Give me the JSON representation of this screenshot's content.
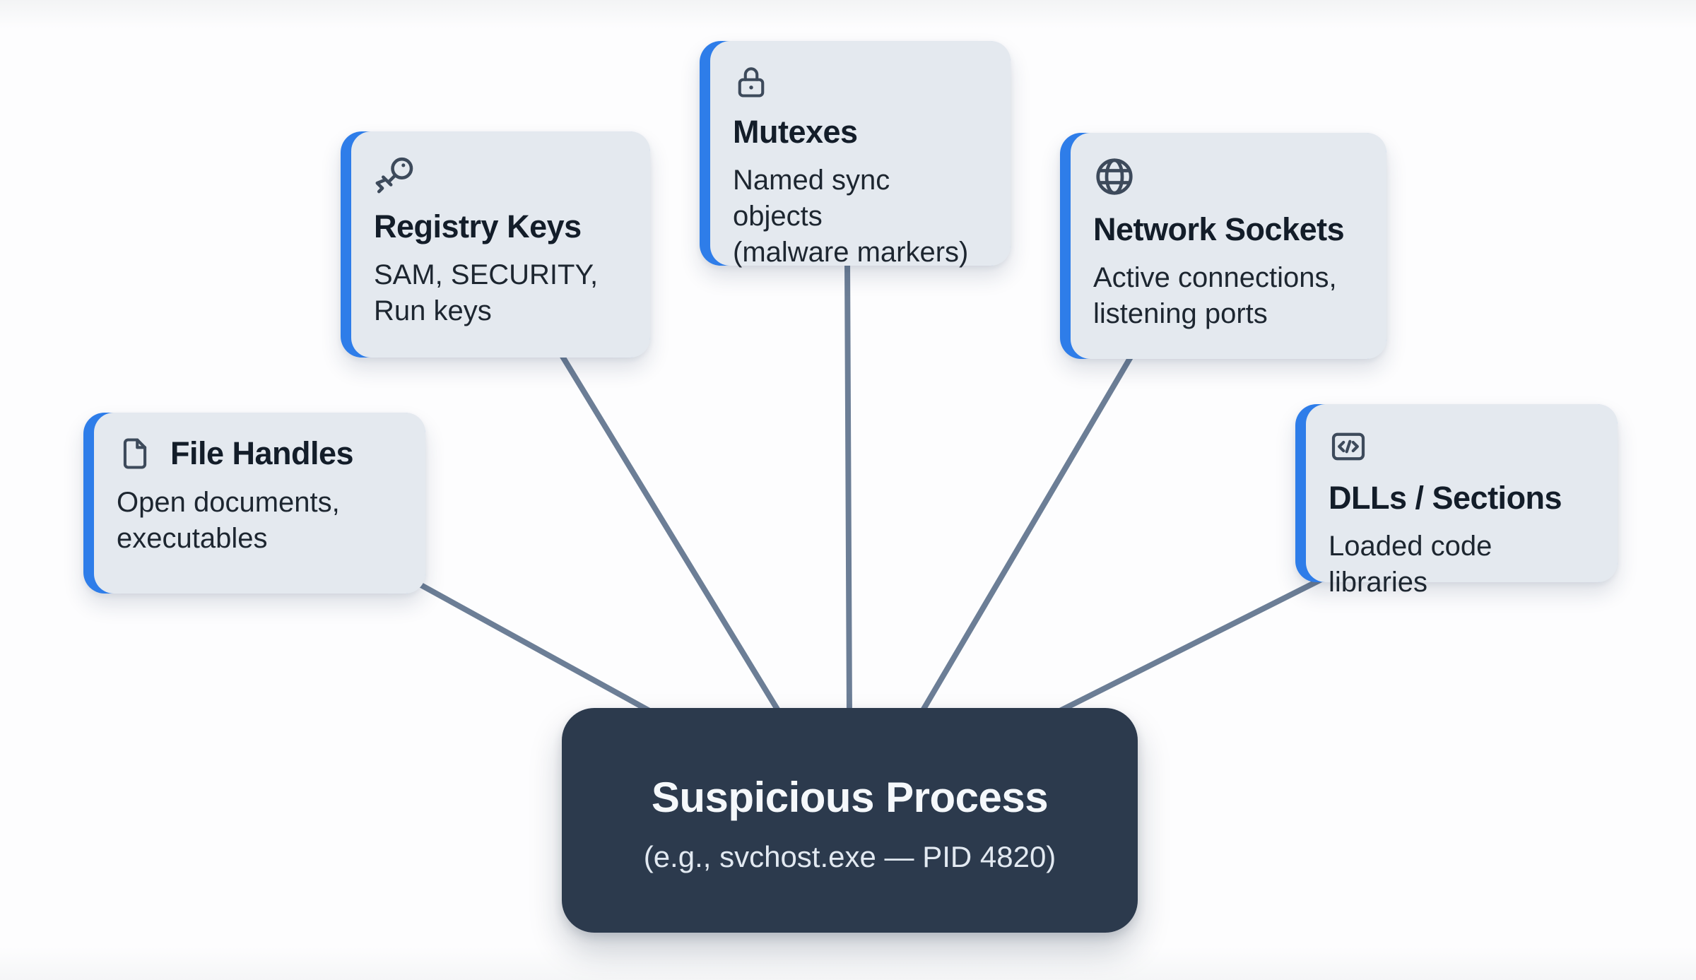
{
  "diagram": {
    "title_context": "Suspicious process artifact diagram",
    "center_node": {
      "title": "Suspicious Process",
      "subtitle": "(e.g., svchost.exe — PID 4820)"
    },
    "cards": [
      {
        "id": "file-handles",
        "icon": "file-icon",
        "title": "File Handles",
        "body": "Open documents,\nexecutables"
      },
      {
        "id": "registry-keys",
        "icon": "key-icon",
        "title": "Registry Keys",
        "body": "SAM, SECURITY,\nRun keys"
      },
      {
        "id": "mutexes",
        "icon": "lock-icon",
        "title": "Mutexes",
        "body": "Named sync objects\n(malware markers)"
      },
      {
        "id": "network-sockets",
        "icon": "globe-icon",
        "title": "Network Sockets",
        "body": "Active connections,\nlistening ports"
      },
      {
        "id": "dlls-sections",
        "icon": "code-icon",
        "title": "DLLs / Sections",
        "body": "Loaded code libraries"
      }
    ],
    "colors": {
      "accent_blue": "#2e7de9",
      "card_background": "#e4e9ef",
      "node_background": "#2c3a4d",
      "connector_line": "#6c7e96",
      "icon_stroke": "#3d4a5b"
    }
  }
}
